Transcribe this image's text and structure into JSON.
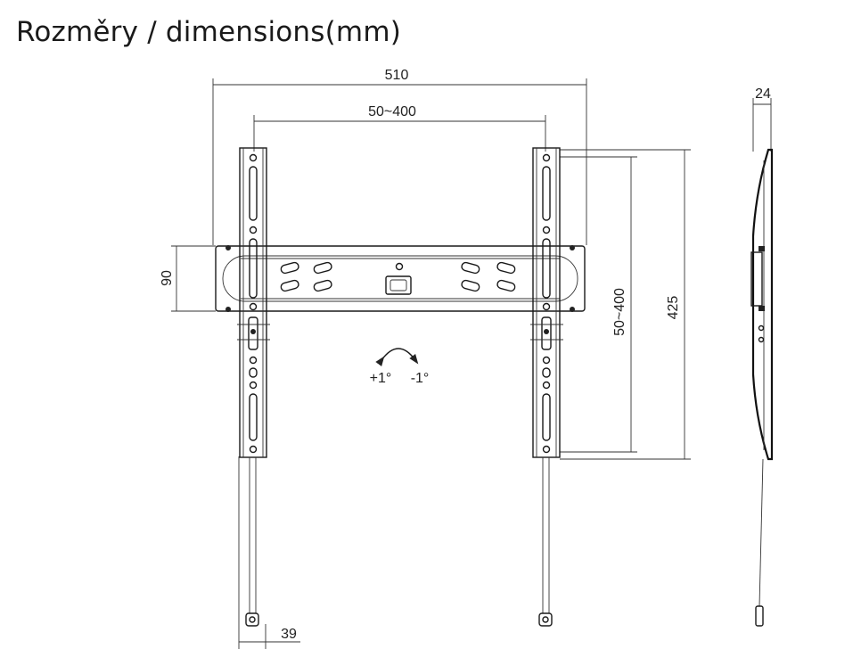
{
  "title": "Rozměry / dimensions(mm)",
  "dimensions": {
    "overall_width": "510",
    "vesa_horizontal": "50~400",
    "depth": "24",
    "bracket_height": "90",
    "vesa_vertical": "50~400",
    "overall_height": "425",
    "rail_width": "39"
  },
  "tilt": {
    "plus": "+1°",
    "minus": "-1°"
  }
}
